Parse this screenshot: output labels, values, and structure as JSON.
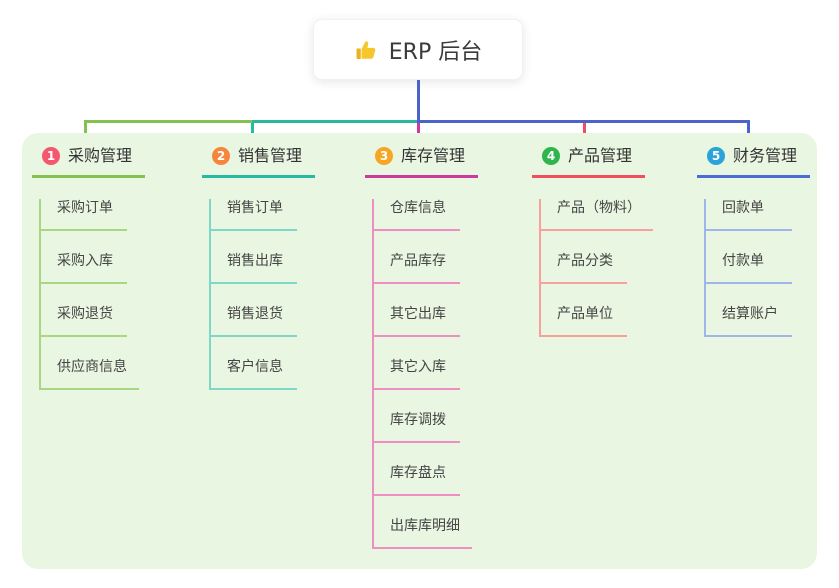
{
  "root": {
    "label": "ERP 后台",
    "icon": "thumbs-up-icon"
  },
  "panel_color": "#e9f6e2",
  "connectors": {
    "root_stem": "#4c63cc",
    "bus_left": "#85c14e",
    "bus_mid": "#26baa2",
    "bus_right": "#4c63cc",
    "drop_1": "#85c14e",
    "drop_2": "#26baa2",
    "drop_3": "#cd3b9a",
    "drop_4": "#f0505e",
    "drop_5": "#4c63cc"
  },
  "branches": [
    {
      "badge": "1",
      "label": "采购管理",
      "badge_color": "#f5576c",
      "line_color": "#85c14e",
      "child_line_color": "#a9d683",
      "children": [
        "采购订单",
        "采购入库",
        "采购退货",
        "供应商信息"
      ]
    },
    {
      "badge": "2",
      "label": "销售管理",
      "badge_color": "#f8853e",
      "line_color": "#26baa2",
      "child_line_color": "#7fd7c8",
      "children": [
        "销售订单",
        "销售出库",
        "销售退货",
        "客户信息"
      ]
    },
    {
      "badge": "3",
      "label": "库存管理",
      "badge_color": "#f6a623",
      "line_color": "#cd3b9a",
      "child_line_color": "#ee8ec5",
      "children": [
        "仓库信息",
        "产品库存",
        "其它出库",
        "其它入库",
        "库存调拨",
        "库存盘点",
        "出库库明细"
      ]
    },
    {
      "badge": "4",
      "label": "产品管理",
      "badge_color": "#2eb54c",
      "line_color": "#f0505e",
      "child_line_color": "#f9a09c",
      "children": [
        "产品（物料）",
        "产品分类",
        "产品单位"
      ]
    },
    {
      "badge": "5",
      "label": "财务管理",
      "badge_color": "#2aa3da",
      "line_color": "#4b6bd5",
      "child_line_color": "#a0b6ea",
      "children": [
        "回款单",
        "付款单",
        "结算账户"
      ]
    }
  ]
}
